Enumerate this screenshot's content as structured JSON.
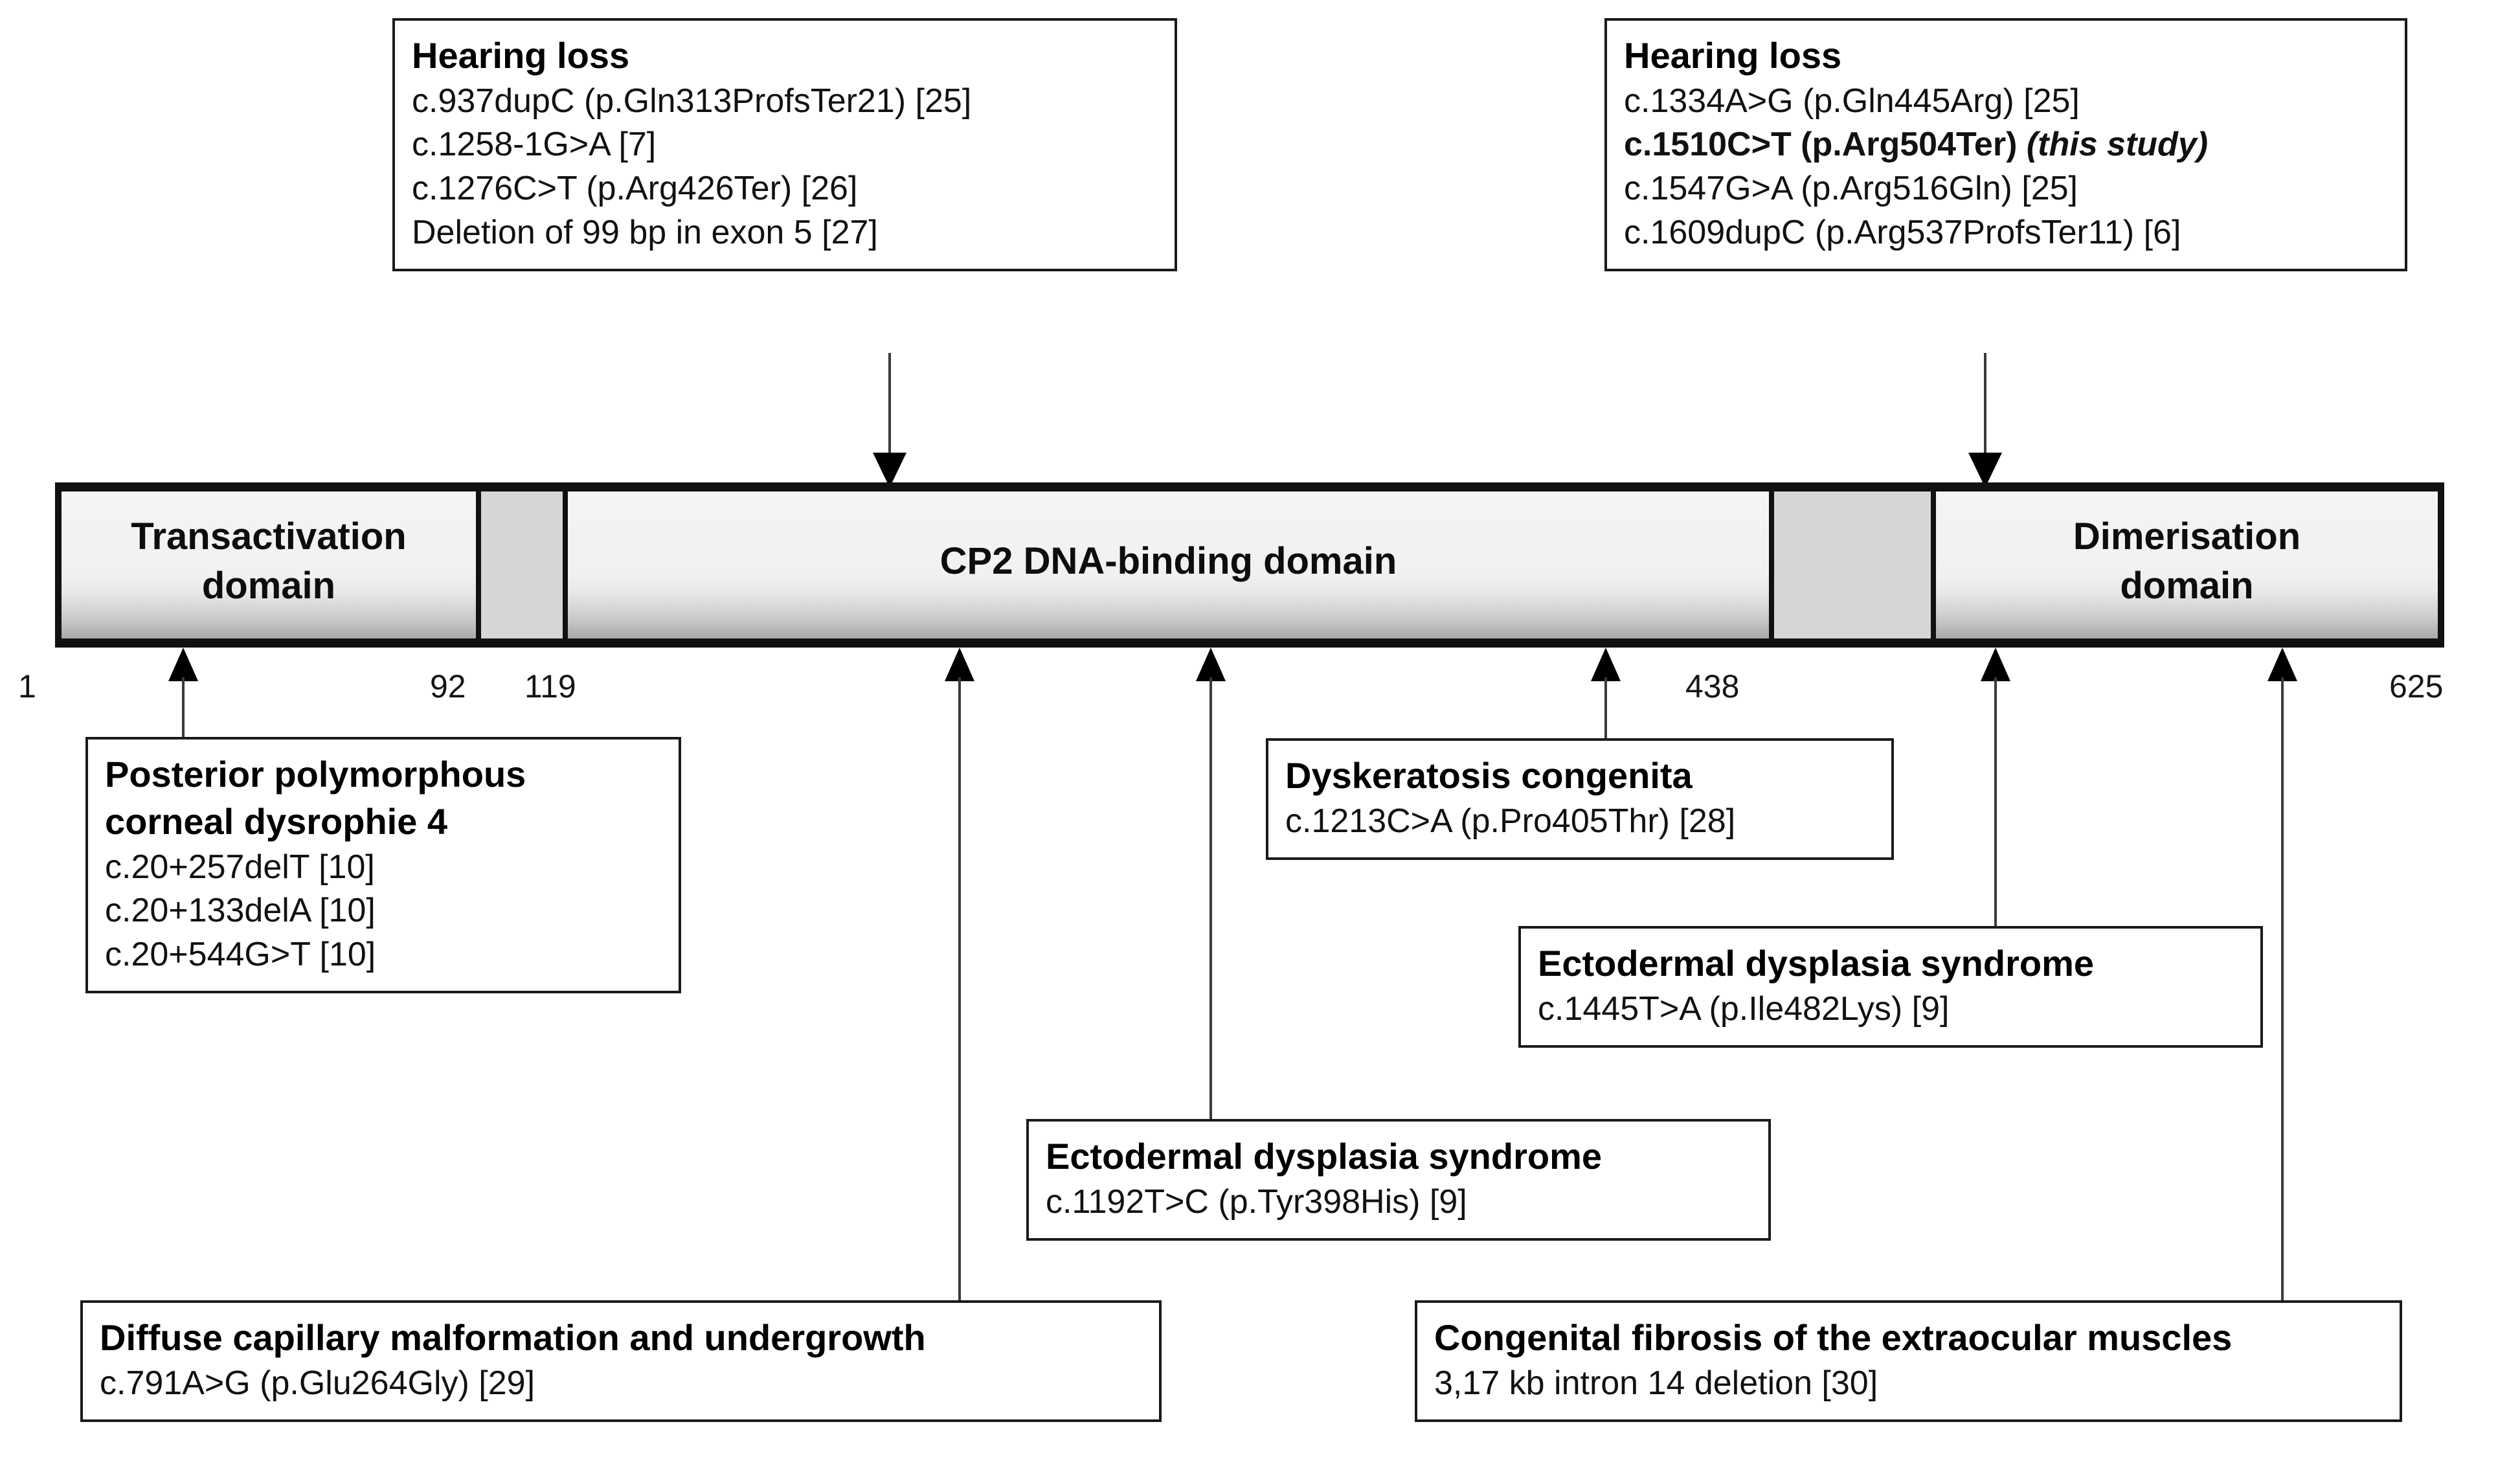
{
  "figure": {
    "protein_bar": {
      "segments": [
        {
          "id": "transactivation",
          "label": "Transactivation\ndomain",
          "type": "domain"
        },
        {
          "id": "spacer-1",
          "label": "",
          "type": "spacer"
        },
        {
          "id": "cp2",
          "label": "CP2 DNA-binding domain",
          "type": "domain"
        },
        {
          "id": "spacer-2",
          "label": "",
          "type": "spacer"
        },
        {
          "id": "dimerisation",
          "label": "Dimerisation\ndomain",
          "type": "domain"
        }
      ],
      "scale_numbers": [
        "1",
        "92",
        "119",
        "438",
        "625"
      ]
    },
    "annotations": [
      {
        "id": "hearing-loss-left",
        "title": "Hearing loss",
        "lines": [
          {
            "text": "c.937dupC (p.Gln313ProfsTer21) [25]",
            "bold": false
          },
          {
            "text": "c.1258-1G>A [7]",
            "bold": false
          },
          {
            "text": "c.1276C>T (p.Arg426Ter) [26]",
            "bold": false
          },
          {
            "text": "Deletion of 99 bp in exon 5 [27]",
            "bold": false
          }
        ]
      },
      {
        "id": "hearing-loss-right",
        "title": "Hearing loss",
        "lines": [
          {
            "text": "c.1334A>G (p.Gln445Arg) [25]",
            "bold": false
          },
          {
            "text": "c.1510C>T (p.Arg504Ter) ",
            "italic_suffix": "(this study)",
            "bold": true
          },
          {
            "text": "c.1547G>A (p.Arg516Gln) [25]",
            "bold": false
          },
          {
            "text": "c.1609dupC (p.Arg537ProfsTer11) [6]",
            "bold": false
          }
        ]
      },
      {
        "id": "posterior-polymorphous-corneal-dysrophie-4",
        "title": "Posterior polymorphous corneal dysrophie 4",
        "lines": [
          {
            "text": "c.20+257delT [10]",
            "bold": false
          },
          {
            "text": "c.20+133delA [10]",
            "bold": false
          },
          {
            "text": "c.20+544G>T [10]",
            "bold": false
          }
        ]
      },
      {
        "id": "dyskeratosis-congenita",
        "title": "Dyskeratosis congenita",
        "lines": [
          {
            "text": "c.1213C>A (p.Pro405Thr) [28]",
            "bold": false
          }
        ]
      },
      {
        "id": "ectodermal-dysplasia-right",
        "title": "Ectodermal dysplasia syndrome",
        "lines": [
          {
            "text": "c.1445T>A (p.Ile482Lys) [9]",
            "bold": false
          }
        ]
      },
      {
        "id": "ectodermal-dysplasia-mid",
        "title": "Ectodermal dysplasia syndrome",
        "lines": [
          {
            "text": "c.1192T>C (p.Tyr398His) [9]",
            "bold": false
          }
        ]
      },
      {
        "id": "diffuse-capillary-malformation",
        "title": "Diffuse capillary malformation and undergrowth",
        "lines": [
          {
            "text": "c.791A>G (p.Glu264Gly) [29]",
            "bold": false
          }
        ]
      },
      {
        "id": "congenital-fibrosis",
        "title": "Congenital fibrosis of the extraocular muscles",
        "lines": [
          {
            "text": "3,17 kb intron 14 deletion [30]",
            "bold": false
          }
        ]
      }
    ],
    "colors": {
      "outline": "#111111",
      "domain_fill": "#f1f1f1",
      "spacer_fill": "#d6d6d6",
      "arrow": "#000000",
      "text": "#000000"
    }
  }
}
